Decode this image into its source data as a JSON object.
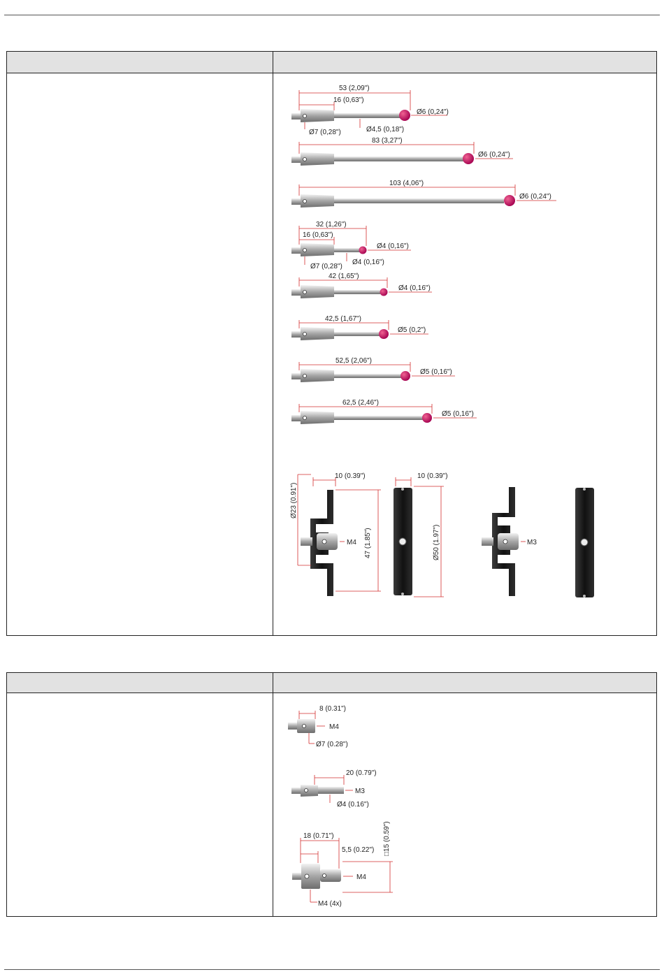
{
  "styli": [
    {
      "length_label": "53 (2,09\")",
      "shank_label": "16 (0,63\")",
      "ball_label": "Ø6 (0,24\")",
      "stem_label": "Ø4,5 (0,18\")",
      "body_label": "Ø7 (0,28\")"
    },
    {
      "length_label": "83 (3,27\")",
      "ball_label": "Ø6 (0,24\")"
    },
    {
      "length_label": "103 (4,06\")",
      "ball_label": "Ø6 (0,24\")"
    },
    {
      "length_label": "32 (1,26\")",
      "shank_label": "16 (0,63\")",
      "ball_label": "Ø4 (0,16\")",
      "stem_label": "Ø4 (0,16\")",
      "body_label": "Ø7 (0,28\")"
    },
    {
      "length_label": "42 (1,65\")",
      "ball_label": "Ø4 (0,16\")"
    },
    {
      "length_label": "42,5 (1,67\")",
      "ball_label": "Ø5 (0,2\")"
    },
    {
      "length_label": "52,5 (2,06\")",
      "ball_label": "Ø5 (0,16\")"
    },
    {
      "length_label": "62,5 (2,46\")",
      "ball_label": "Ø5 (0,16\")"
    }
  ],
  "star_holders": {
    "diam_label": "Ø23 (0.91\")",
    "width_label_1": "10 (0.39\")",
    "width_label_2": "10 (0.39\")",
    "height_label": "47 (1.85\")",
    "diam50_label": "Ø50 (1.97\")",
    "thread_m4": "M4",
    "thread_m3": "M3"
  },
  "adapters": {
    "a1_length": "8 (0.31\")",
    "a1_thread": "M4",
    "a1_diam": "Ø7 (0.28\")",
    "a2_length": "20 (0.79\")",
    "a2_thread": "M3",
    "a2_diam": "Ø4 (0.16\")",
    "a3_length": "18 (0.71\")",
    "a3_offset": "5,5 (0.22\")",
    "a3_square": "□15 (0.59\")",
    "a3_thread": "M4",
    "a3_side": "M4 (4x)"
  },
  "colors": {
    "ruby": "#c2185b",
    "steel": "#a9a9a9",
    "dim": "#d32f2f",
    "holder": "#1e1e1e"
  }
}
